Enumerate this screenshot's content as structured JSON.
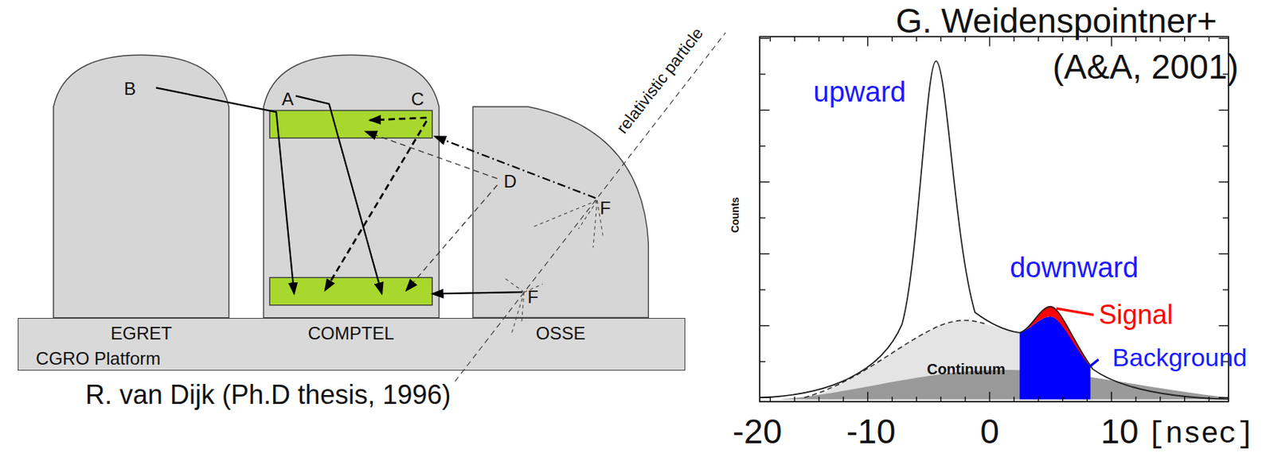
{
  "diagram": {
    "nodes": [
      {
        "text": [
          "CGRO Platform"
        ]
      },
      {
        "text": [
          "EGRET"
        ]
      },
      {
        "text": [
          "COMPTEL"
        ]
      },
      {
        "text": [
          "OSSE"
        ]
      }
    ],
    "labels": [
      "A",
      "B",
      "C",
      "D",
      "F",
      "F",
      "relativistic particle",
      "R. van Dijk (Ph.D thesis, 1996)",
      "G. Weidenspointner+",
      "(A&A, 2001)",
      "upward",
      "downward",
      "Signal",
      "Background",
      "Continuum",
      "Counts",
      "-20",
      "-10",
      "0",
      "10",
      "[nsec]"
    ]
  }
}
